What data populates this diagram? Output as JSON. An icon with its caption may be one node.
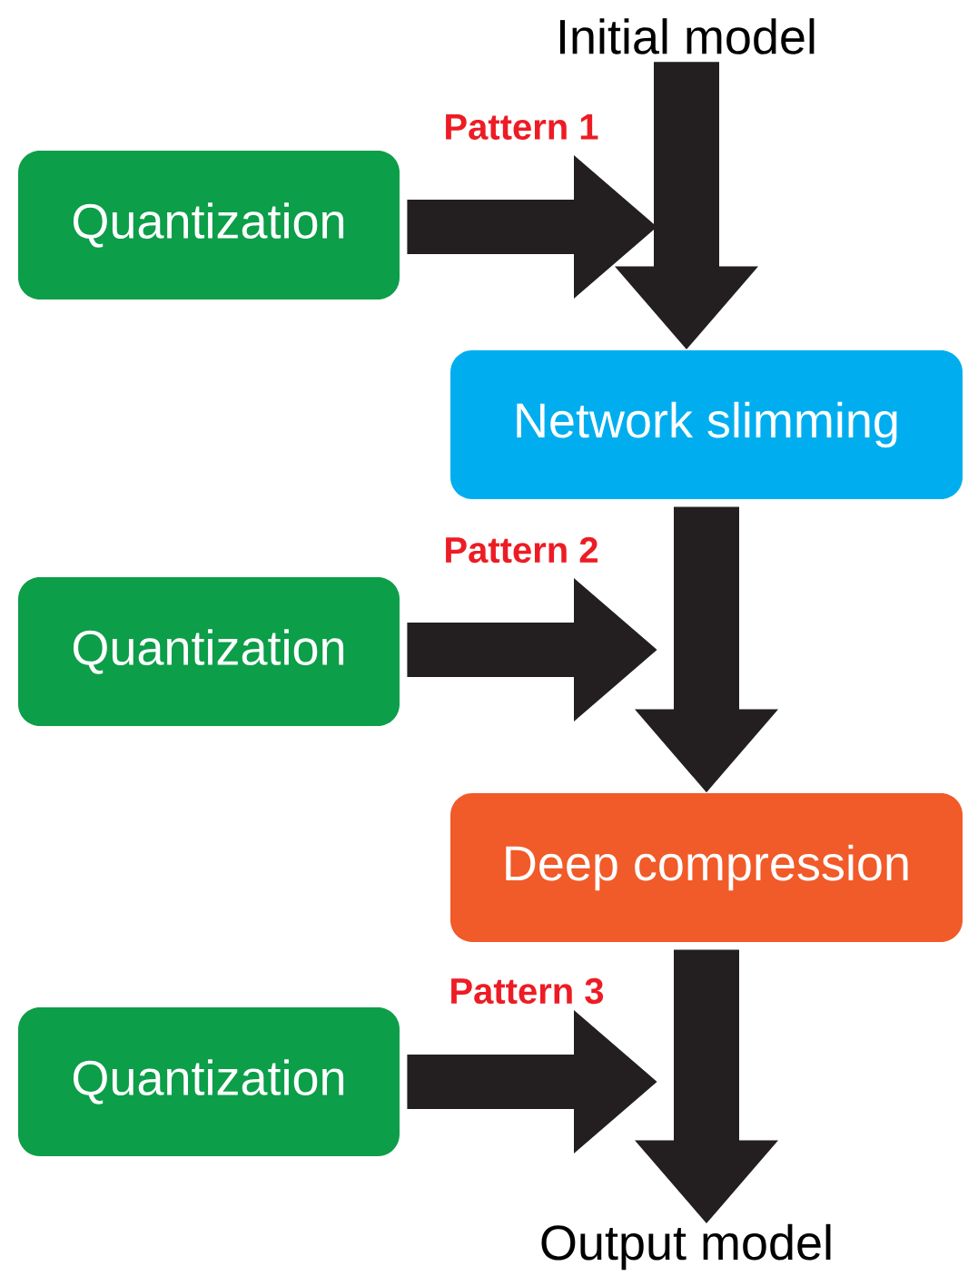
{
  "diagram": {
    "nodes": [
      {
        "text": [
          "Initial model"
        ]
      },
      {
        "text": [
          "Quantization"
        ]
      },
      {
        "text": [
          "Network slimming"
        ]
      },
      {
        "text": [
          "Quantization"
        ]
      },
      {
        "text": [
          "Deep compression"
        ]
      },
      {
        "text": [
          "Quantization"
        ]
      },
      {
        "text": [
          "Output model"
        ]
      }
    ],
    "edges": [
      {
        "from": 0,
        "to": 2,
        "arrow": "to"
      },
      {
        "from": 1,
        "to": 2,
        "arrow": "to",
        "label": "Pattern 1"
      },
      {
        "from": 2,
        "to": 4,
        "arrow": "to"
      },
      {
        "from": 3,
        "to": 4,
        "arrow": "to",
        "label": "Pattern 2"
      },
      {
        "from": 4,
        "to": 6,
        "arrow": "to"
      },
      {
        "from": 5,
        "to": 6,
        "arrow": "to",
        "label": "Pattern 3"
      }
    ]
  }
}
